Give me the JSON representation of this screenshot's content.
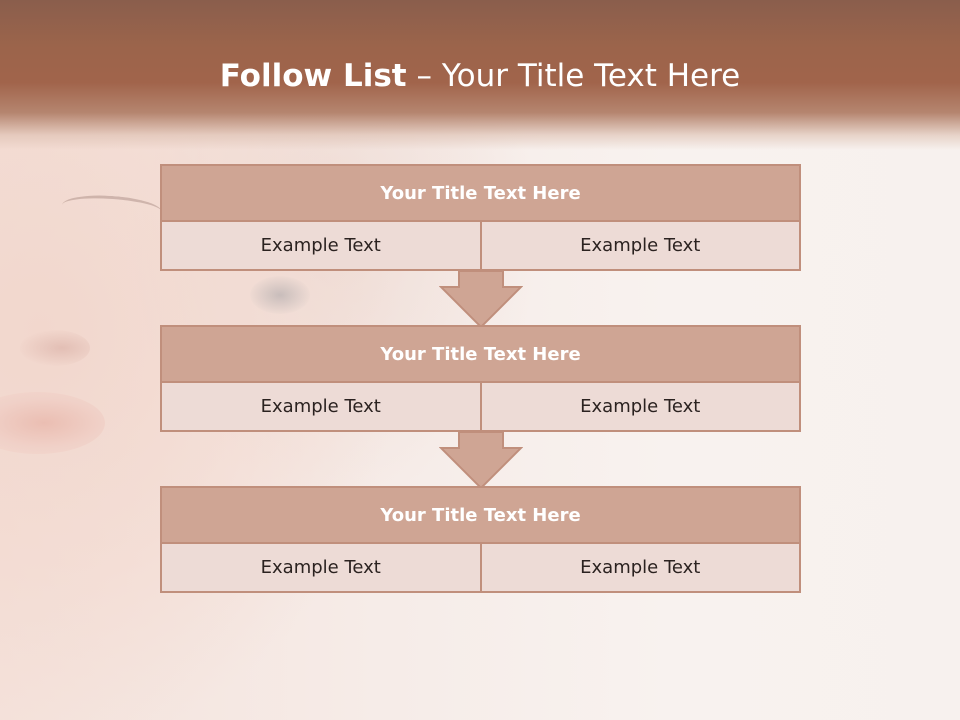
{
  "slide": {
    "title_bold": "Follow List",
    "title_rest": " – Your Title Text Here"
  },
  "steps": [
    {
      "title": "Your Title Text Here",
      "left": "Example Text",
      "right": "Example Text"
    },
    {
      "title": "Your Title Text Here",
      "left": "Example Text",
      "right": "Example Text"
    },
    {
      "title": "Your Title Text Here",
      "left": "Example Text",
      "right": "Example Text"
    }
  ],
  "colors": {
    "header": "#a1644b",
    "box_header": "#cfa594",
    "box_cell": "#eddbd6",
    "border": "#c08f7c"
  },
  "icons": [
    "down-arrow-icon",
    "down-arrow-icon"
  ]
}
